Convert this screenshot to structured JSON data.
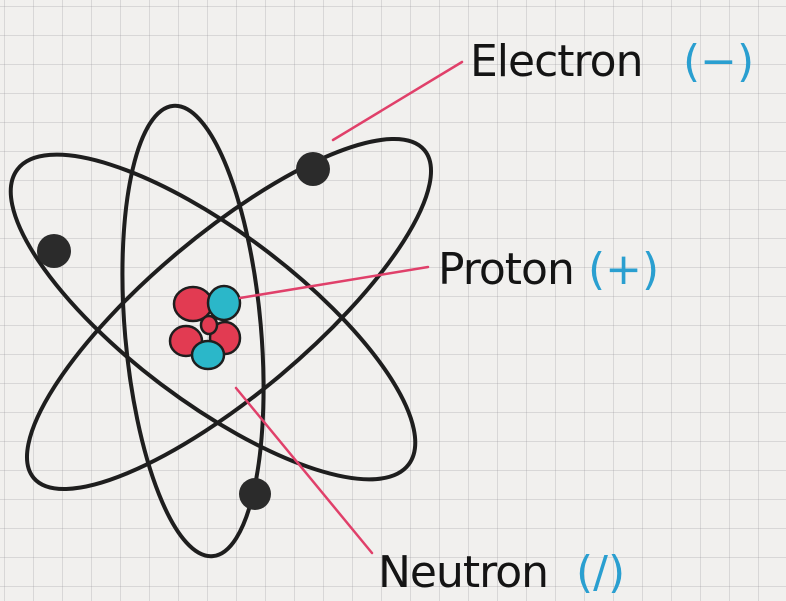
{
  "diagram": {
    "subject": "atom",
    "labels": [
      {
        "id": "electron",
        "name": "Electron",
        "symbol": "(−)",
        "symbol_color": "#2a9fd0",
        "pointer_color": "#e0406a"
      },
      {
        "id": "proton",
        "name": "Proton",
        "symbol": "(+)",
        "symbol_color": "#2a9fd0",
        "pointer_color": "#e0406a"
      },
      {
        "id": "neutron",
        "name": "Neutron",
        "symbol": "(/)",
        "symbol_color": "#2a9fd0",
        "pointer_color": "#e0406a"
      }
    ],
    "colors": {
      "orbit": "#1e1e1e",
      "electron": "#2b2b2b",
      "proton": "#e23b52",
      "neutron": "#2bb7c9",
      "paper": "#f1f0ee",
      "grid": "#b9b9bd"
    }
  }
}
